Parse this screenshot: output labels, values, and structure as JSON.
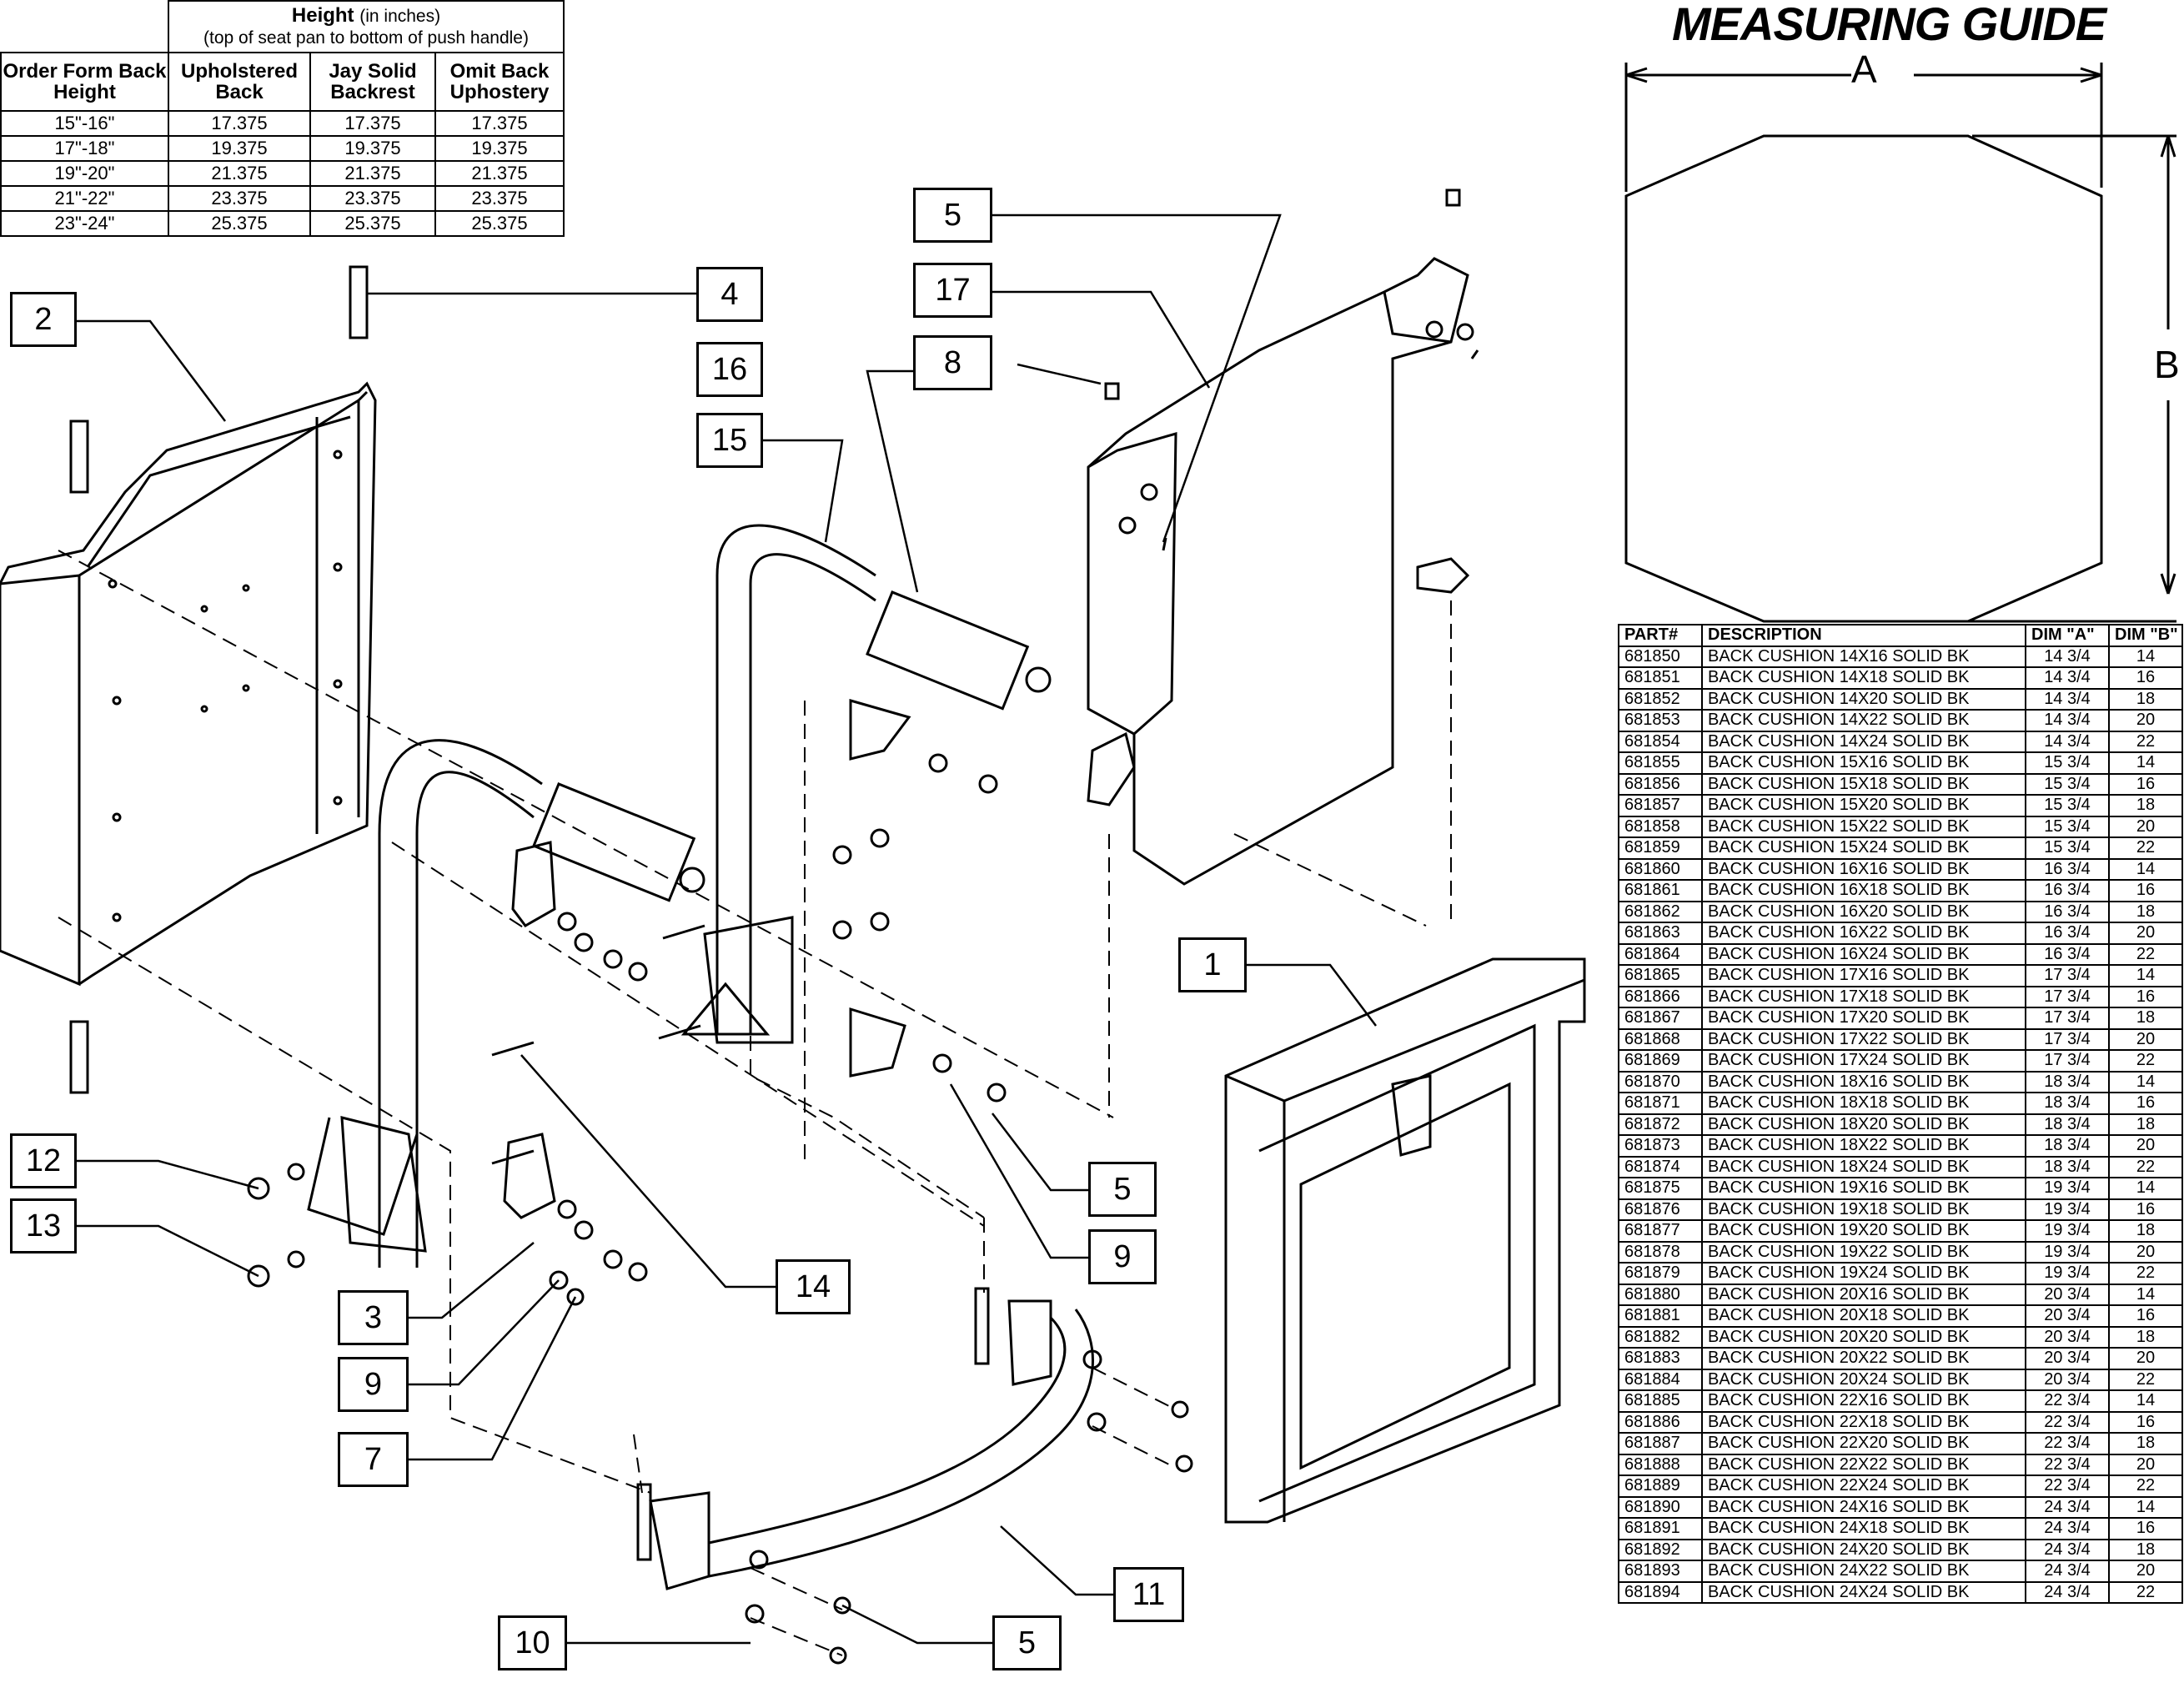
{
  "height_table": {
    "title": "Height",
    "title_unit": "(in inches)",
    "subtitle": "(top of seat pan to bottom of push handle)",
    "columns": [
      "Order Form Back Height",
      "Upholstered Back",
      "Jay Solid Backrest",
      "Omit Back Uphostery"
    ],
    "rows": [
      [
        "15\"-16\"",
        "17.375",
        "17.375",
        "17.375"
      ],
      [
        "17\"-18\"",
        "19.375",
        "19.375",
        "19.375"
      ],
      [
        "19\"-20\"",
        "21.375",
        "21.375",
        "21.375"
      ],
      [
        "21\"-22\"",
        "23.375",
        "23.375",
        "23.375"
      ],
      [
        "23\"-24\"",
        "25.375",
        "25.375",
        "25.375"
      ]
    ]
  },
  "measuring_guide": {
    "title": "MEASURING GUIDE",
    "dim_a": "A",
    "dim_b": "B"
  },
  "callouts": [
    "2",
    "4",
    "5",
    "17",
    "8",
    "16",
    "15",
    "1",
    "5",
    "9",
    "12",
    "13",
    "14",
    "3",
    "9",
    "7",
    "11",
    "10",
    "5"
  ],
  "parts_table": {
    "columns": [
      "PART#",
      "DESCRIPTION",
      "DIM \"A\"",
      "DIM \"B\""
    ],
    "rows": [
      [
        "681850",
        "BACK CUSHION 14X16 SOLID BK",
        "14 3/4",
        "14"
      ],
      [
        "681851",
        "BACK CUSHION 14X18 SOLID BK",
        "14 3/4",
        "16"
      ],
      [
        "681852",
        "BACK CUSHION 14X20 SOLID BK",
        "14 3/4",
        "18"
      ],
      [
        "681853",
        "BACK CUSHION 14X22 SOLID BK",
        "14 3/4",
        "20"
      ],
      [
        "681854",
        "BACK CUSHION 14X24 SOLID BK",
        "14 3/4",
        "22"
      ],
      [
        "681855",
        "BACK CUSHION 15X16 SOLID BK",
        "15 3/4",
        "14"
      ],
      [
        "681856",
        "BACK CUSHION 15X18 SOLID BK",
        "15 3/4",
        "16"
      ],
      [
        "681857",
        "BACK CUSHION 15X20 SOLID BK",
        "15 3/4",
        "18"
      ],
      [
        "681858",
        "BACK CUSHION 15X22 SOLID BK",
        "15 3/4",
        "20"
      ],
      [
        "681859",
        "BACK CUSHION 15X24 SOLID BK",
        "15 3/4",
        "22"
      ],
      [
        "681860",
        "BACK CUSHION 16X16 SOLID BK",
        "16 3/4",
        "14"
      ],
      [
        "681861",
        "BACK CUSHION 16X18 SOLID BK",
        "16 3/4",
        "16"
      ],
      [
        "681862",
        "BACK CUSHION 16X20 SOLID BK",
        "16 3/4",
        "18"
      ],
      [
        "681863",
        "BACK CUSHION 16X22 SOLID BK",
        "16 3/4",
        "20"
      ],
      [
        "681864",
        "BACK CUSHION 16X24 SOLID BK",
        "16 3/4",
        "22"
      ],
      [
        "681865",
        "BACK CUSHION 17X16 SOLID BK",
        "17 3/4",
        "14"
      ],
      [
        "681866",
        "BACK CUSHION 17X18 SOLID BK",
        "17 3/4",
        "16"
      ],
      [
        "681867",
        "BACK CUSHION 17X20 SOLID BK",
        "17 3/4",
        "18"
      ],
      [
        "681868",
        "BACK CUSHION 17X22 SOLID BK",
        "17 3/4",
        "20"
      ],
      [
        "681869",
        "BACK CUSHION 17X24 SOLID BK",
        "17 3/4",
        "22"
      ],
      [
        "681870",
        "BACK CUSHION 18X16 SOLID BK",
        "18 3/4",
        "14"
      ],
      [
        "681871",
        "BACK CUSHION 18X18 SOLID BK",
        "18 3/4",
        "16"
      ],
      [
        "681872",
        "BACK CUSHION 18X20 SOLID BK",
        "18 3/4",
        "18"
      ],
      [
        "681873",
        "BACK CUSHION 18X22 SOLID BK",
        "18 3/4",
        "20"
      ],
      [
        "681874",
        "BACK CUSHION 18X24 SOLID BK",
        "18 3/4",
        "22"
      ],
      [
        "681875",
        "BACK CUSHION 19X16 SOLID BK",
        "19 3/4",
        "14"
      ],
      [
        "681876",
        "BACK CUSHION 19X18 SOLID BK",
        "19 3/4",
        "16"
      ],
      [
        "681877",
        "BACK CUSHION 19X20 SOLID BK",
        "19 3/4",
        "18"
      ],
      [
        "681878",
        "BACK CUSHION 19X22 SOLID BK",
        "19 3/4",
        "20"
      ],
      [
        "681879",
        "BACK CUSHION 19X24 SOLID BK",
        "19 3/4",
        "22"
      ],
      [
        "681880",
        "BACK CUSHION 20X16 SOLID BK",
        "20 3/4",
        "14"
      ],
      [
        "681881",
        "BACK CUSHION 20X18 SOLID BK",
        "20 3/4",
        "16"
      ],
      [
        "681882",
        "BACK CUSHION 20X20 SOLID BK",
        "20 3/4",
        "18"
      ],
      [
        "681883",
        "BACK CUSHION 20X22 SOLID BK",
        "20 3/4",
        "20"
      ],
      [
        "681884",
        "BACK CUSHION 20X24 SOLID BK",
        "20 3/4",
        "22"
      ],
      [
        "681885",
        "BACK CUSHION 22X16 SOLID BK",
        "22 3/4",
        "14"
      ],
      [
        "681886",
        "BACK CUSHION 22X18 SOLID BK",
        "22 3/4",
        "16"
      ],
      [
        "681887",
        "BACK CUSHION 22X20 SOLID BK",
        "22 3/4",
        "18"
      ],
      [
        "681888",
        "BACK CUSHION 22X22 SOLID BK",
        "22 3/4",
        "20"
      ],
      [
        "681889",
        "BACK CUSHION 22X24 SOLID BK",
        "22 3/4",
        "22"
      ],
      [
        "681890",
        "BACK CUSHION 24X16 SOLID BK",
        "24 3/4",
        "14"
      ],
      [
        "681891",
        "BACK CUSHION 24X18 SOLID BK",
        "24 3/4",
        "16"
      ],
      [
        "681892",
        "BACK CUSHION 24X20 SOLID BK",
        "24 3/4",
        "18"
      ],
      [
        "681893",
        "BACK CUSHION 24X22 SOLID BK",
        "24 3/4",
        "20"
      ],
      [
        "681894",
        "BACK CUSHION 24X24 SOLID BK",
        "24 3/4",
        "22"
      ]
    ]
  }
}
